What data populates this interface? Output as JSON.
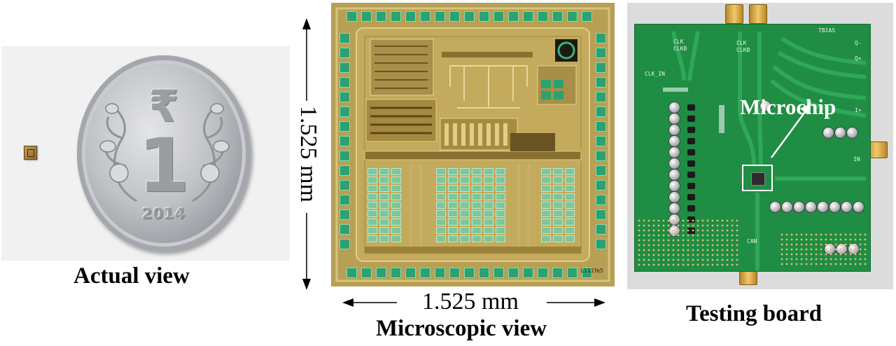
{
  "panels": {
    "actual": {
      "caption": "Actual view",
      "coin": {
        "year": "2014",
        "denomination": "1",
        "currency_symbol": "₹"
      }
    },
    "microscopic": {
      "caption": "Microscopic view",
      "width_label": "1.525 mm",
      "height_label": "1.525 mm",
      "die_mark": "L111fe5"
    },
    "testing": {
      "caption": "Testing board",
      "annotation": "Microchip",
      "silkscreen": {
        "clk": "CLK",
        "clkb": "CLKB",
        "clk_in": "CLK_IN",
        "tbias": "TBIAS",
        "q_plus": "Q+",
        "q_minus": "Q-",
        "in": "IN",
        "can": "CAN",
        "i_plus": "I+"
      }
    }
  },
  "colors": {
    "die_gold": "#b79f54",
    "die_pad_green": "#2ba272",
    "pcb_green": "#1f8d43",
    "annotation_white": "#ffffff"
  }
}
